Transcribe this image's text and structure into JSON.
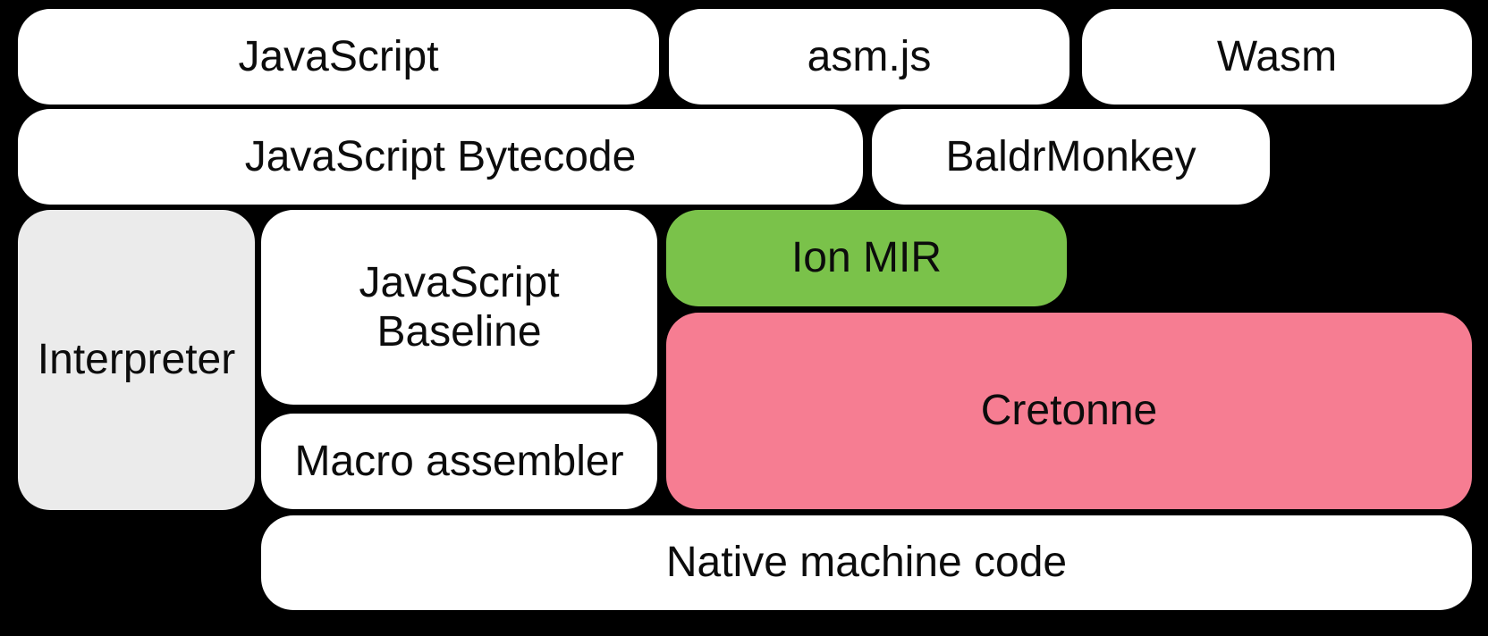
{
  "diagram": {
    "background": "#000000",
    "colors": {
      "box_default": "#ffffff",
      "interpreter_gray": "#ebebeb",
      "ion_mir_green": "#7ac24a",
      "cretonne_pink": "#f67d92",
      "text": "#0c0c0c"
    },
    "boxes": {
      "javascript": {
        "label": "JavaScript"
      },
      "asmjs": {
        "label": "asm.js"
      },
      "wasm": {
        "label": "Wasm"
      },
      "bytecode": {
        "label": "JavaScript Bytecode"
      },
      "baldrmonkey": {
        "label": "BaldrMonkey"
      },
      "interpreter": {
        "label": "Interpreter"
      },
      "baseline": {
        "lines": [
          "JavaScript",
          "Baseline"
        ]
      },
      "ion_mir": {
        "label": "Ion MIR"
      },
      "cretonne": {
        "label": "Cretonne"
      },
      "macro_assembler": {
        "label": "Macro assembler"
      },
      "native_machine_code": {
        "label": "Native machine code"
      }
    }
  }
}
